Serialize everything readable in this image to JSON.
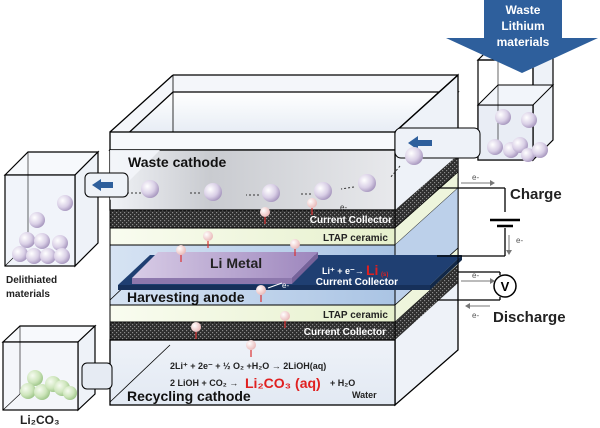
{
  "labels": {
    "waste_lithium": [
      "Waste",
      "Lithium",
      "materials"
    ],
    "waste_cathode": "Waste cathode",
    "current_collector_top": "Current Collector",
    "ltap_top": "LTAP ceramic",
    "li_metal": "Li Metal",
    "reaction_anode_prefix": "Li⁺ + e⁻→",
    "reaction_anode_product": "Li",
    "reaction_anode_state": "(s)",
    "current_collector_mid": "Current Collector",
    "harvesting_anode": "Harvesting anode",
    "ltap_bottom": "LTAP ceramic",
    "current_collector_bottom": "Current Collector",
    "reaction1": "2Li⁺ + 2e⁻ + ½ O₂ +H₂O → 2LiOH(aq)",
    "reaction2_prefix": "2 LiOH + CO₂ →",
    "reaction2_product": "Li₂CO₃ (aq)",
    "reaction2_suffix": "+ H₂O",
    "water": "Water",
    "recycling_cathode": "Recycling cathode",
    "delithiated": [
      "Delithiated",
      "materials"
    ],
    "li2co3": "Li₂CO₃",
    "charge": "Charge",
    "discharge": "Discharge",
    "electron": "e-",
    "voltmeter": "V",
    "li_ion": "Li⁺"
  },
  "colors": {
    "arrow_blue": "#2e5f9c",
    "highlight_red": "#e02020",
    "anode_collector": "#1f3f72",
    "li_metal": "#b8a8d0",
    "ltap": "#eef5dc",
    "collector_dark": "#3a3a3a",
    "li2co3_green": "#cfe7bf"
  },
  "icons": [
    "down-arrow-icon",
    "left-arrow-icon",
    "battery-icon",
    "voltmeter-icon",
    "li-ion-icon"
  ]
}
